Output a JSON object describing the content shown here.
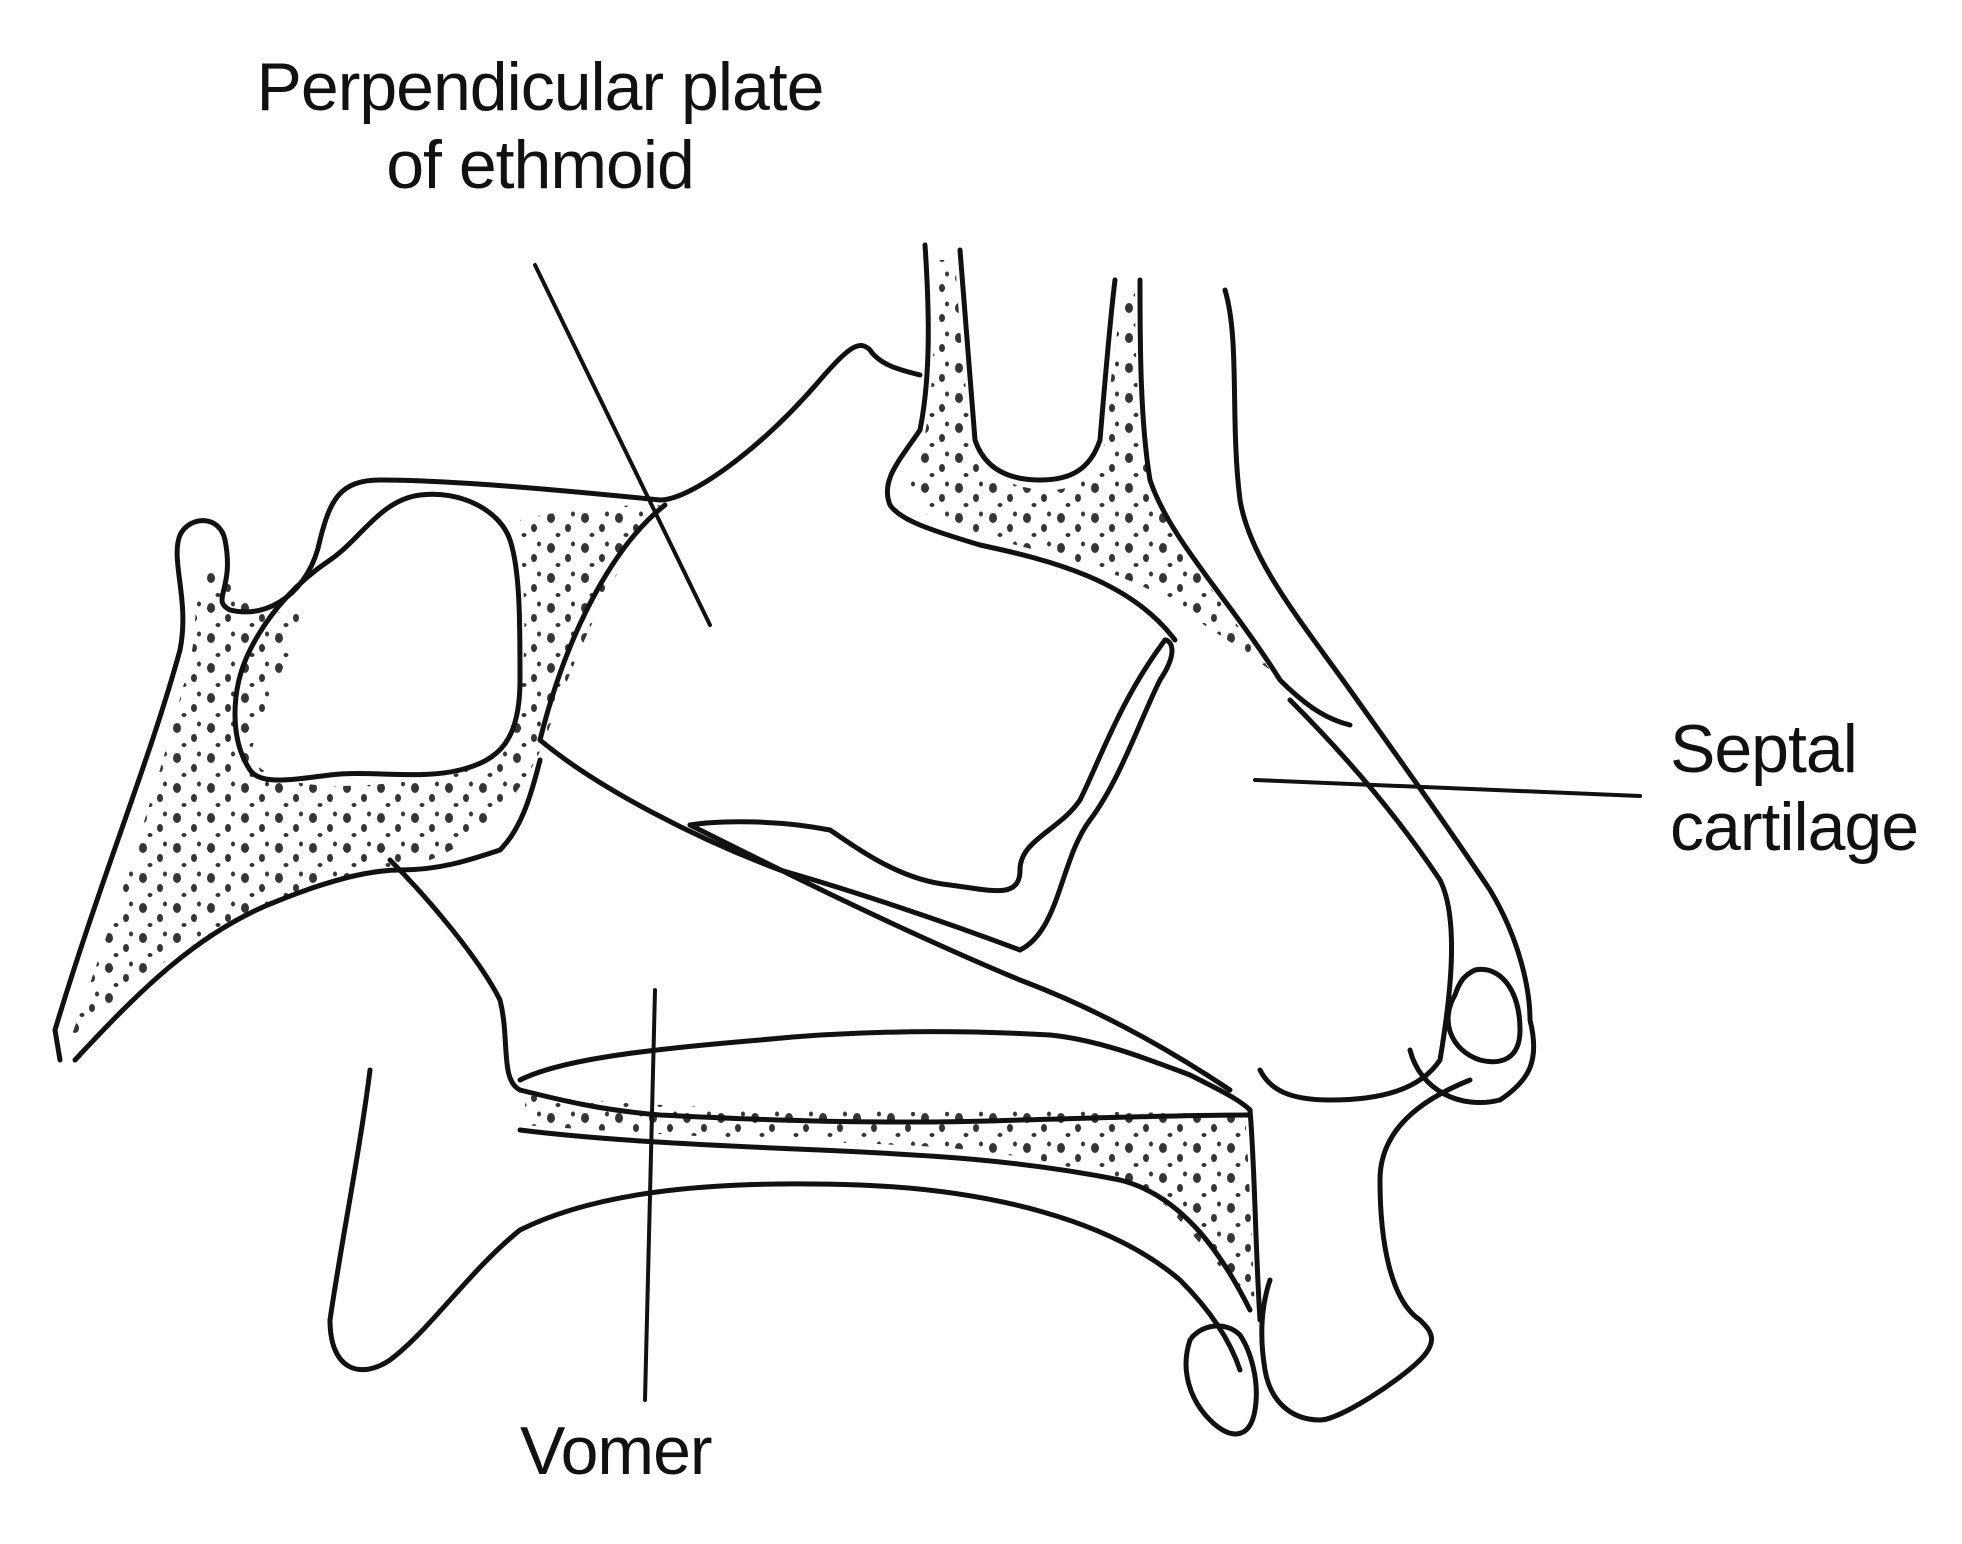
{
  "labels": {
    "ethmoid_line1": "Perpendicular plate",
    "ethmoid_line2": "of ethmoid",
    "septal_line1": "Septal",
    "septal_line2": "cartilage",
    "vomer": "Vomer"
  },
  "colors": {
    "ink": "#111111",
    "paper": "#ffffff"
  }
}
